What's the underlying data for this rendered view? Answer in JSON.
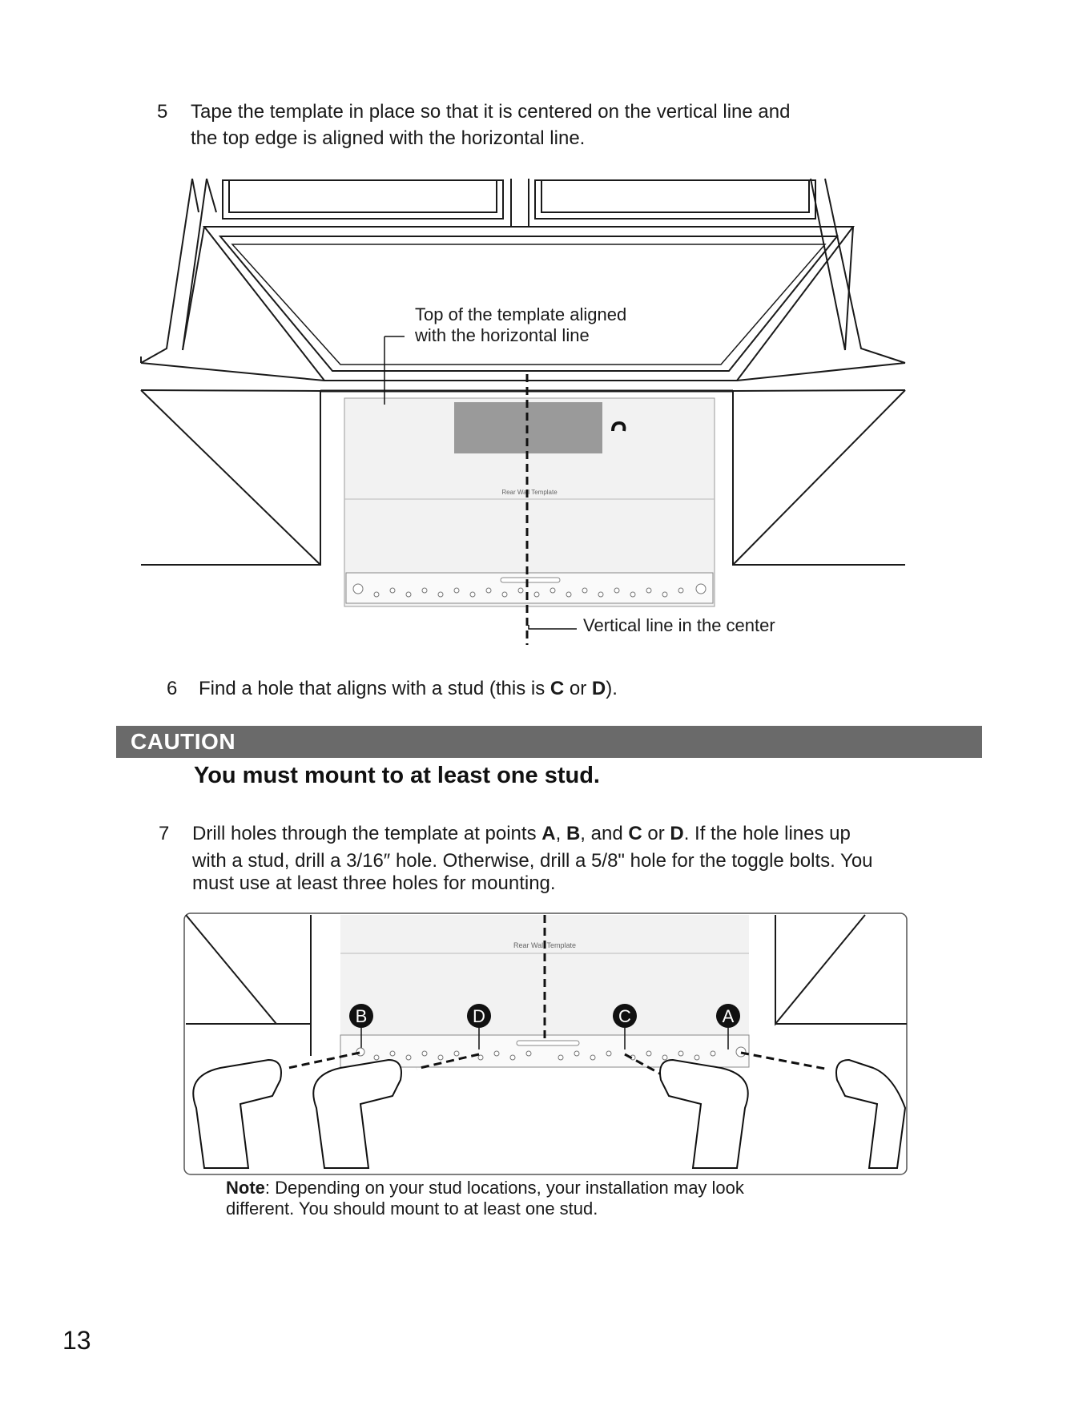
{
  "step5": {
    "number": "5",
    "line1": "Tape the template in place so that it is centered on the vertical line and",
    "line2": "the top edge is aligned with the horizontal line."
  },
  "figure1": {
    "callout_top_line1": "Top of the template aligned",
    "callout_top_line2": "with the horizontal line",
    "callout_bottom": "Vertical line in the center",
    "template_title": "Rear Wall Template"
  },
  "step6": {
    "number": "6",
    "text_before": "Find a hole that aligns with a stud (this is ",
    "bold_c": "C",
    "text_or": " or ",
    "bold_d": "D",
    "text_after": ")."
  },
  "caution": {
    "label": "CAUTION",
    "text": "You must mount to at least one stud."
  },
  "step7": {
    "number": "7",
    "l1_a": "Drill holes through the template at points ",
    "A": "A",
    "comma": ", ",
    "B": "B",
    "and": ", and ",
    "C": "C",
    "or": " or ",
    "D": "D",
    "l1_b": ". If the hole lines up",
    "line2": "with a stud, drill a 3/16″ hole. Otherwise, drill a 5/8\" hole for the toggle bolts. You",
    "line3": "must use at least three holes for mounting."
  },
  "figure2": {
    "template_title": "Rear Wall Template",
    "markers": [
      "B",
      "D",
      "C",
      "A"
    ]
  },
  "note": {
    "label": "Note",
    "line1": ": Depending on your stud locations, your installation may look",
    "line2": "different. You should mount to at least one stud."
  },
  "page_number": "13"
}
